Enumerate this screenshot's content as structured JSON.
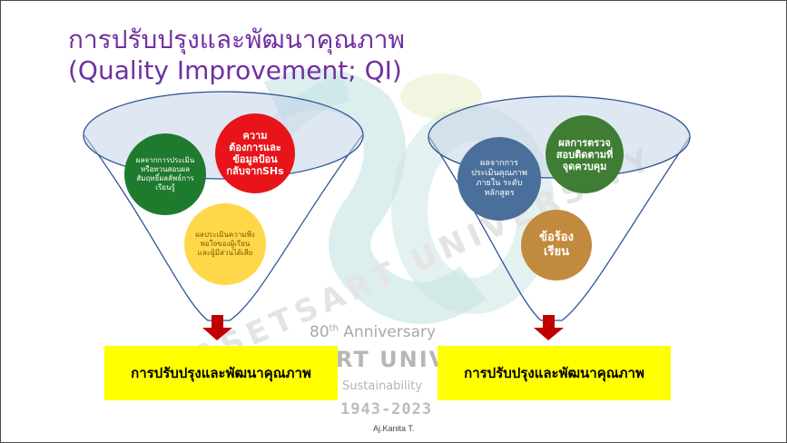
{
  "title": {
    "line1": "การปรับปรุงและพัฒนาคุณภาพ",
    "line2": "(Quality Improvement; QI)"
  },
  "watermark": {
    "anniversary_prefix": "80",
    "anniversary_sup": "th",
    "anniversary_suffix": " Anniversary",
    "university": "RT UNIV",
    "tagline": "Sustainability",
    "years": "1943-2023",
    "arc_text": "KASETSART UNIVERSITY"
  },
  "left_funnel": {
    "circles": [
      {
        "text": "ผลจากการประเมินหรือทวนสอบผลสัมฤทธิ์ผลลัพธ์การเรียนรู้",
        "color": "#1e7b2e"
      },
      {
        "text": "ความต้องการและข้อมูลป้อนกลับจากSHs",
        "color": "#e8141a"
      },
      {
        "text": "ผลประเมินความพึงพอใจของผู้เรียนและผู้มีส่วนได้เสีย",
        "color": "#ffd84a"
      }
    ],
    "result_label": "การปรับปรุงและพัฒนาคุณภาพ"
  },
  "right_funnel": {
    "circles": [
      {
        "text": "ผลจากการประเมินคุณภาพภายใน ระดับหลักสูตร",
        "color": "#4a6f9a"
      },
      {
        "text": "ผลการตรวจสอบติดตามที่จุดควบคุม",
        "color": "#3e7d33"
      },
      {
        "text": "ข้อร้องเรียน",
        "color": "#c28a3e"
      }
    ],
    "result_label": "การปรับปรุงและพัฒนาคุณภาพ"
  },
  "footer": {
    "author": "Aj.Kanita T."
  },
  "colors": {
    "title": "#7030a0",
    "funnel_stroke": "#2f5597",
    "arrow": "#c00000",
    "highlight": "#ffff00"
  }
}
